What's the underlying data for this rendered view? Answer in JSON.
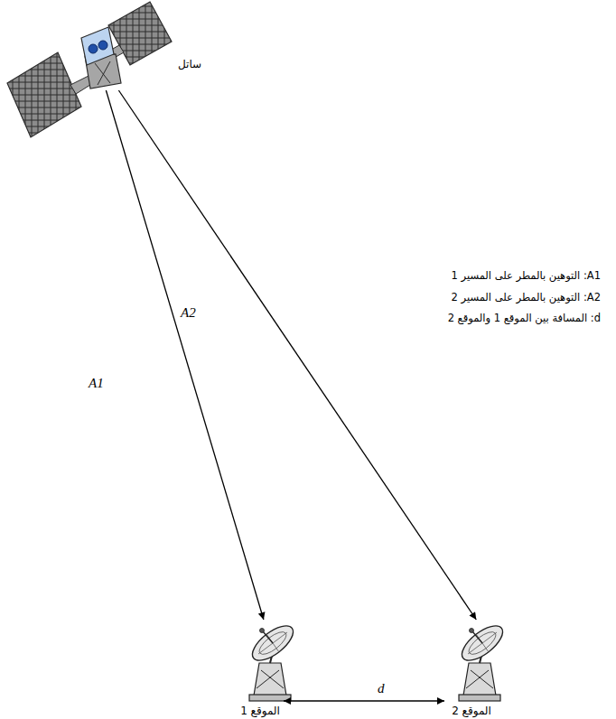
{
  "diagram": {
    "nodes": [
      {
        "text": [
          "ساتل"
        ]
      },
      {
        "text": [
          "الموقع 1"
        ]
      },
      {
        "text": [
          "الموقع 2"
        ]
      }
    ],
    "edges": [
      {
        "from": 0,
        "to": 1,
        "arrow": "to",
        "label": "A1"
      },
      {
        "from": 0,
        "to": 2,
        "arrow": "to",
        "label": "A2"
      },
      {
        "from": 1,
        "to": 2,
        "arrow": "both",
        "label": "d"
      }
    ],
    "labels": [
      "A1: التوهين بالمطر على المسير 1",
      "A2: التوهين بالمطر على المسير 2",
      "d: المسافة بين الموقع 1 والموقع 2"
    ]
  }
}
